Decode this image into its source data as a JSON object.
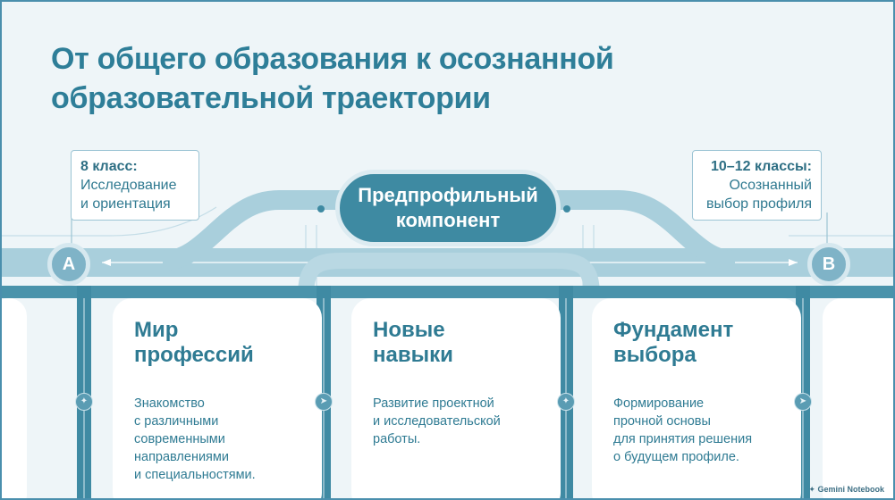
{
  "title_lines": [
    "От общего образования к осознанной",
    "образовательной траектории"
  ],
  "callouts": {
    "left": {
      "heading": "8 класс:",
      "line1": "Исследование",
      "line2": "и ориентация"
    },
    "right": {
      "heading": "10–12 классы:",
      "line1": "Осознанный",
      "line2": "выбор профиля"
    }
  },
  "hub": {
    "line1": "Предпрофильный",
    "line2": "компонент"
  },
  "stations": {
    "a": "A",
    "b": "B"
  },
  "cards": [
    {
      "title1": "Мир",
      "title2": "профессий",
      "desc": [
        "Знакомство",
        "с различными",
        "современными",
        "направлениями",
        "и специальностями."
      ]
    },
    {
      "title1": "Новые",
      "title2": "навыки",
      "desc": [
        "Развитие проектной",
        "и исследовательской",
        "работы."
      ]
    },
    {
      "title1": "Фундамент",
      "title2": "выбора",
      "desc": [
        "Формирование",
        "прочной основы",
        "для принятия решения",
        "о будущем профиле."
      ]
    }
  ],
  "branding": "Gemini Notebook",
  "icons": [
    "compass-icon",
    "arrow-icon",
    "gemini-star-icon"
  ],
  "colors": {
    "accent": "#2e7e98",
    "track_light": "#a9cfdc",
    "track_dark": "#3e8aa2",
    "background": "#eef5f8"
  }
}
